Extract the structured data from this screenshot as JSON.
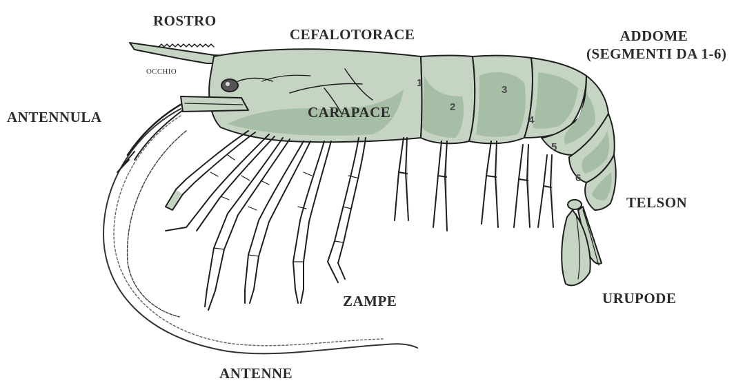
{
  "labels": {
    "rostro": "ROSTRO",
    "cefalotorace": "CEFALOTORACE",
    "addome": "ADDOME",
    "addome_sub": "(SEGMENTI DA 1-6)",
    "occhio": "OCCHIO",
    "antennula": "ANTENNULA",
    "carapace": "CARAPACE",
    "telson": "TELSON",
    "uropode": "URUPODE",
    "zampe": "ZAMPE",
    "antenne": "ANTENNE"
  },
  "segments": [
    "1",
    "2",
    "3",
    "4",
    "5",
    "6"
  ],
  "colors": {
    "body_fill": "#c5d4c3",
    "shade_fill": "#a6bda6",
    "outline": "#1e1e1e",
    "text": "#2b2b2b"
  }
}
